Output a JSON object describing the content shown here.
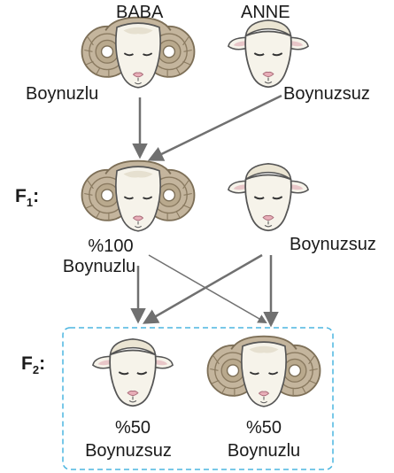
{
  "parents": {
    "father": {
      "title": "BABA",
      "trait": "Boynuzlu"
    },
    "mother": {
      "title": "ANNE",
      "trait": "Boynuzsuz"
    }
  },
  "f1": {
    "label": "F",
    "sub": "1",
    "suffix": ":",
    "horned": {
      "percent": "%100",
      "trait": "Boynuzlu"
    },
    "hornless": {
      "trait": "Boynuzsuz"
    }
  },
  "f2": {
    "label": "F",
    "sub": "2",
    "suffix": ":",
    "hornless": {
      "percent": "%50",
      "trait": "Boynuzsuz"
    },
    "horned": {
      "percent": "%50",
      "trait": "Boynuzlu"
    }
  },
  "colors": {
    "horn": "#c4b59d",
    "horn_dark": "#8a7a60",
    "face": "#f6f3ea",
    "nose": "#e8aeb8",
    "arrow": "#707070",
    "box": "#4bb5e0"
  }
}
